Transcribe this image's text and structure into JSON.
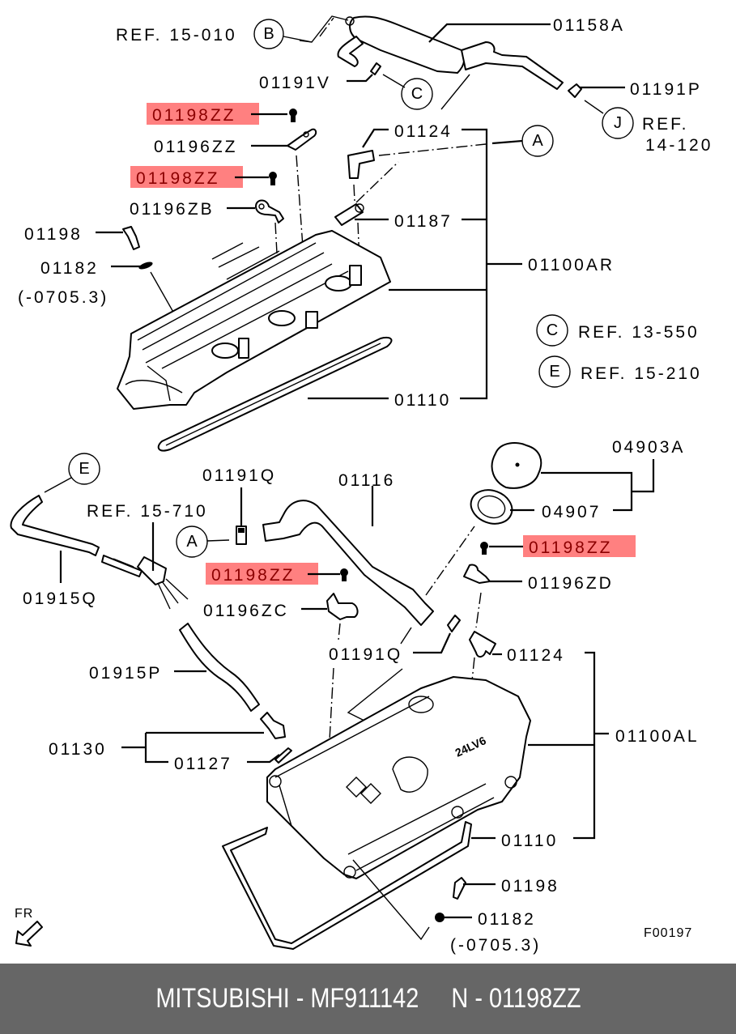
{
  "diagram": {
    "figure_code": "F00197",
    "direction_label": "FR",
    "highlight_color": "#ff8080",
    "highlight_text_color": "#8b0000",
    "upper_assembly": {
      "labels": {
        "ref_15_010": "REF. 15-010",
        "p01158A": "01158A",
        "p01191V": "01191V",
        "p01191P": "01191P",
        "ref_14_120_a": "REF.",
        "ref_14_120_b": "14-120",
        "p01198ZZ_1": "01198ZZ",
        "p01196ZZ": "01196ZZ",
        "p01198ZZ_2": "01198ZZ",
        "p01196ZB": "01196ZB",
        "p01198": "01198",
        "p01182": "01182",
        "p01182_note": "(-0705.3)",
        "p01124": "01124",
        "p01187": "01187",
        "p01100AR": "01100AR",
        "p01110": "01110",
        "ref_13_550": "REF. 13-550",
        "ref_15_210": "REF. 15-210"
      },
      "circles": {
        "B": "B",
        "C": "C",
        "J": "J",
        "A": "A",
        "C_legend": "C",
        "E_legend": "E"
      }
    },
    "lower_assembly": {
      "labels": {
        "p04903A": "04903A",
        "p04907": "04907",
        "p01191Q_1": "01191Q",
        "p01116": "01116",
        "ref_15_710": "REF. 15-710",
        "p01915Q": "01915Q",
        "p01198ZZ_3": "01198ZZ",
        "p01198ZZ_4": "01198ZZ",
        "p01196ZD": "01196ZD",
        "p01196ZC": "01196ZC",
        "p01191Q_2": "01191Q",
        "p01124": "01124",
        "p01915P": "01915P",
        "p01100AL": "01100AL",
        "p01130": "01130",
        "p01127": "01127",
        "p01110": "01110",
        "p01198": "01198",
        "p01182": "01182",
        "p01182_note": "(-0705.3)"
      },
      "circles": {
        "E": "E",
        "A": "A"
      }
    }
  },
  "footer": {
    "text": "MITSUBISHI - MF911142     N - 01198ZZ",
    "brand": "MITSUBISHI",
    "part_number": "MF911142",
    "ref_number": "01198ZZ"
  }
}
